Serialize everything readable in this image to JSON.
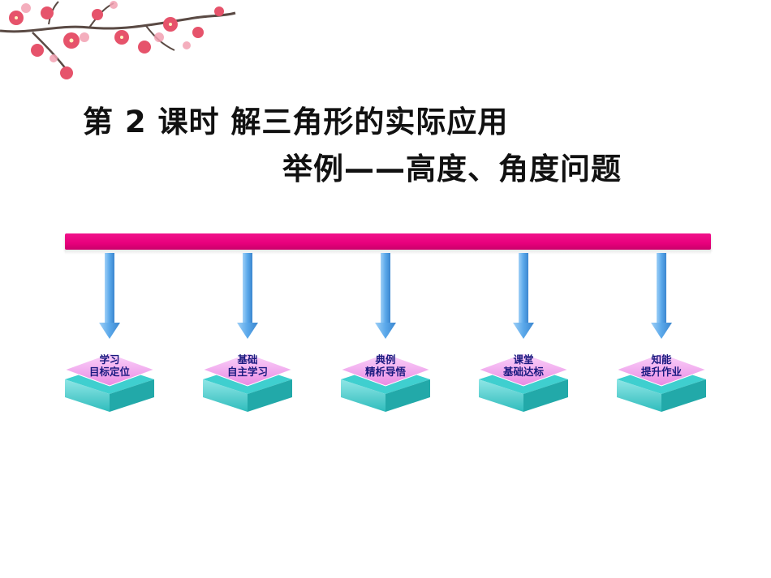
{
  "slide": {
    "title_line1": "第 2 课时    解三角形的实际应用",
    "title_line2": "举例——高度、角度问题"
  },
  "sections": [
    {
      "line1": "学习",
      "line2": "目标定位"
    },
    {
      "line1": "基础",
      "line2": "自主学习"
    },
    {
      "line1": "典例",
      "line2": "精析导悟"
    },
    {
      "line1": "课堂",
      "line2": "基础达标"
    },
    {
      "line1": "知能",
      "line2": "提升作业"
    }
  ],
  "colors": {
    "bar": "#e8007c",
    "arrow": "#5aa8ea",
    "plate_top": "#f5a6f2",
    "plate_side": "#3fcfcf"
  },
  "icons": {
    "decoration": "plum-blossom-branch-icon",
    "connector": "arrow-down-icon"
  }
}
